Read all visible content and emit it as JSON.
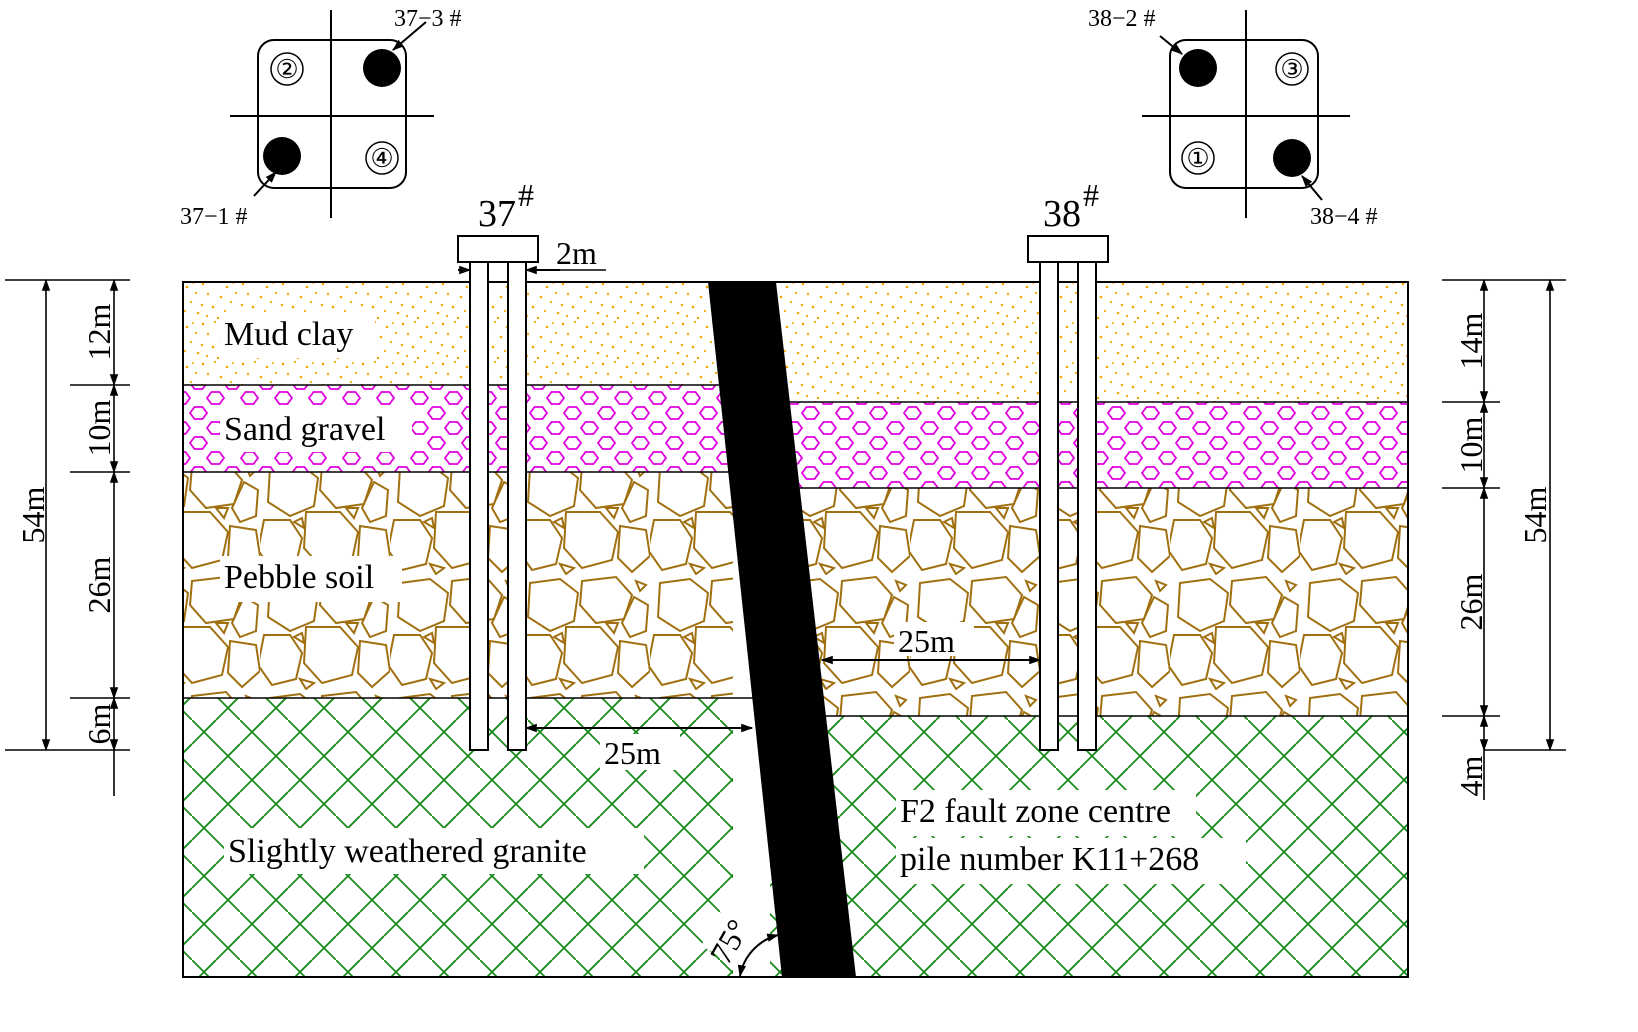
{
  "layers": {
    "mud_clay": "Mud clay",
    "sand_gravel": "Sand gravel",
    "pebble_soil": "Pebble soil",
    "granite": "Slightly weathered granite"
  },
  "fault": {
    "line1": "F2 fault zone centre",
    "line2": "pile number K11+268",
    "angle": "75°"
  },
  "piles": {
    "p37": {
      "label": "37",
      "sup": "#"
    },
    "p38": {
      "label": "38",
      "sup": "#"
    }
  },
  "plan_37": {
    "pile_a": "37−3 #",
    "pile_b": "37−1 #",
    "pos_top_left": "②",
    "pos_bottom_right": "④"
  },
  "plan_38": {
    "pile_a": "38−2 #",
    "pile_b": "38−4 #",
    "pos_top_right": "③",
    "pos_bottom_left": "①"
  },
  "dimensions": {
    "pile_width": "2m",
    "dist_37": "25m",
    "dist_38": "25m",
    "left": {
      "total": "54m",
      "d1": "12m",
      "d2": "10m",
      "d3": "26m",
      "d4": "6m"
    },
    "right": {
      "total": "54m",
      "d1": "14m",
      "d2": "10m",
      "d3": "26m",
      "d4": "4m"
    }
  },
  "colors": {
    "mud_clay_dots": "#f5a800",
    "sand_gravel_hex": "#e000e0",
    "pebble_lines": "#a07010",
    "granite_lines": "#1a8a1a",
    "fault": "#000000"
  }
}
